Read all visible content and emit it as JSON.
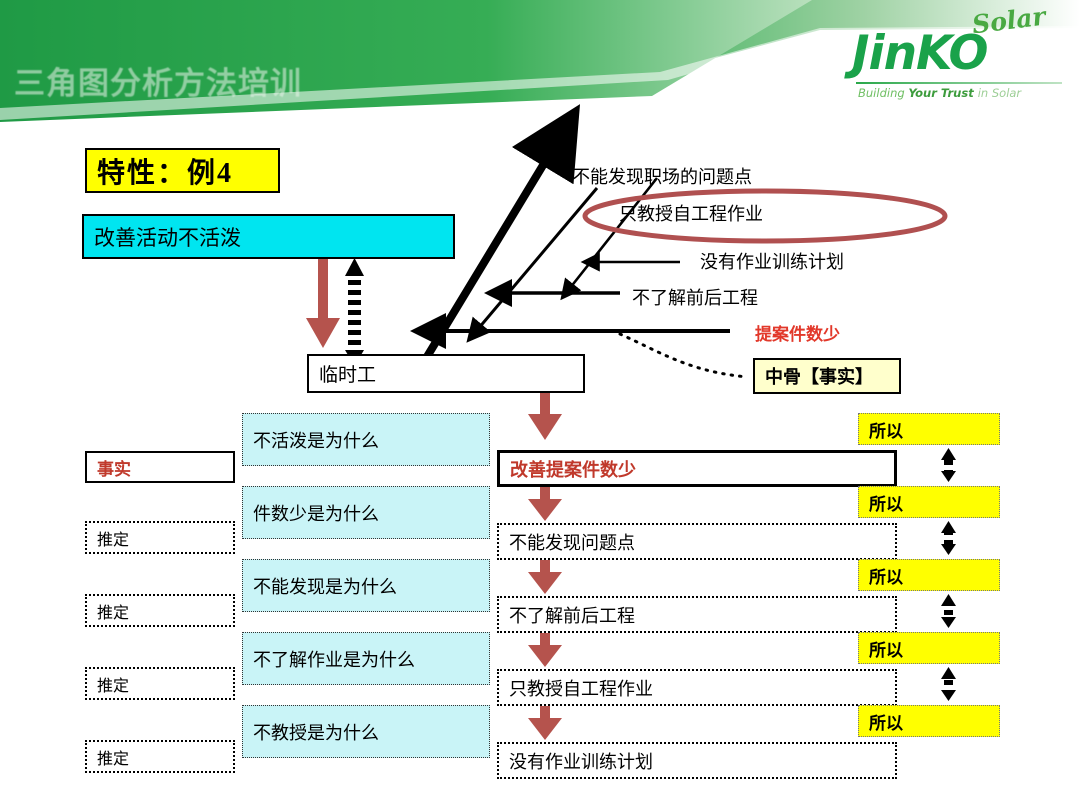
{
  "header": {
    "title": "三角图分析方法培训",
    "logo": {
      "brand_main": "JinKO",
      "brand_sub": "Solar",
      "tagline_1": "Building ",
      "tagline_2": "Your Trust ",
      "tagline_3": "in Solar"
    },
    "colors": {
      "banner_green": "#2ea74d",
      "banner_green_dark": "#1f8a3c"
    }
  },
  "diagram": {
    "example_title": "特性：例4",
    "characteristic": "改善活动不活泼",
    "temp_worker_box": "临时工",
    "fishbone_labels": [
      "不能发现职场的问题点",
      "只教授自工程作业",
      "没有作业训练计划",
      "不了解前后工程"
    ],
    "highlight_label": "提案件数少",
    "callout_box": "中骨【事实】",
    "left_column": [
      {
        "label": "事实",
        "type": "fact"
      },
      {
        "label": "推定",
        "type": "assumption"
      },
      {
        "label": "推定",
        "type": "assumption"
      },
      {
        "label": "推定",
        "type": "assumption"
      },
      {
        "label": "推定",
        "type": "assumption"
      }
    ],
    "question_column": [
      "不活泼是为什么",
      "件数少是为什么",
      "不能发现是为什么",
      "不了解作业是为什么",
      "不教授是为什么"
    ],
    "conclusion_column": [
      {
        "text": "改善提案件数少",
        "style": "solid-red"
      },
      {
        "text": "不能发现问题点",
        "style": "dotted"
      },
      {
        "text": "不了解前后工程",
        "style": "dotted"
      },
      {
        "text": "只教授自工程作业",
        "style": "dotted"
      },
      {
        "text": "没有作业训练计划",
        "style": "dotted"
      }
    ],
    "therefore_labels": [
      "所以",
      "所以",
      "所以",
      "所以",
      "所以"
    ],
    "colors": {
      "cyan": "#00e5f0",
      "cyan_soft": "#c9f4f7",
      "yellow": "#ffff00",
      "pale_yellow": "#ffffcc",
      "red_text": "#c0392b",
      "red_arrow": "#b5534d",
      "oval_red": "#b05050"
    }
  }
}
